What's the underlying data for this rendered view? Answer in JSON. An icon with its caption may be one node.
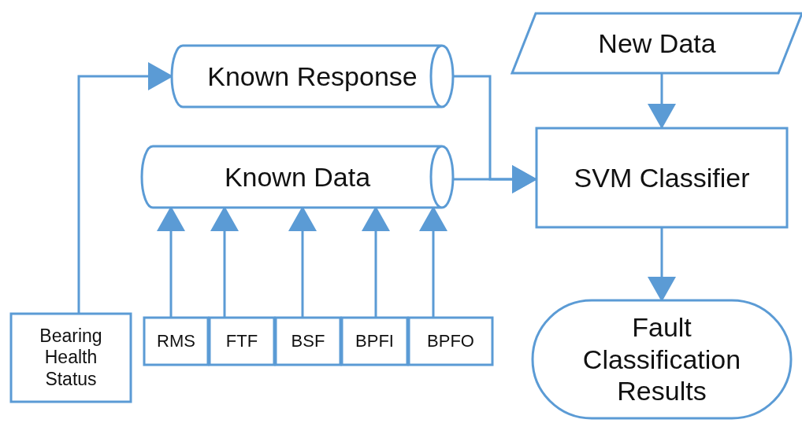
{
  "diagram": {
    "nodes": [
      {
        "text": [
          "Known Response"
        ]
      },
      {
        "text": [
          "Known Data"
        ]
      },
      {
        "text": [
          "New Data"
        ]
      },
      {
        "text": [
          "SVM Classifier"
        ]
      },
      {
        "text": [
          "Fault Classification Results"
        ]
      },
      {
        "text": [
          "Bearing Health Status"
        ]
      },
      {
        "text": [
          "RMS"
        ]
      },
      {
        "text": [
          "FTF"
        ]
      },
      {
        "text": [
          "BSF"
        ]
      },
      {
        "text": [
          "BPFI"
        ]
      },
      {
        "text": [
          "BPFO"
        ]
      }
    ],
    "edges": [
      {
        "from": 5,
        "to": 0,
        "arrow": "to"
      },
      {
        "from": 0,
        "to": 3,
        "arrow": "to"
      },
      {
        "from": 1,
        "to": 3,
        "arrow": "to"
      },
      {
        "from": 2,
        "to": 3,
        "arrow": "to"
      },
      {
        "from": 3,
        "to": 4,
        "arrow": "to"
      },
      {
        "from": 6,
        "to": 1,
        "arrow": "to"
      },
      {
        "from": 7,
        "to": 1,
        "arrow": "to"
      },
      {
        "from": 8,
        "to": 1,
        "arrow": "to"
      },
      {
        "from": 9,
        "to": 1,
        "arrow": "to"
      },
      {
        "from": 10,
        "to": 1,
        "arrow": "to"
      }
    ]
  }
}
